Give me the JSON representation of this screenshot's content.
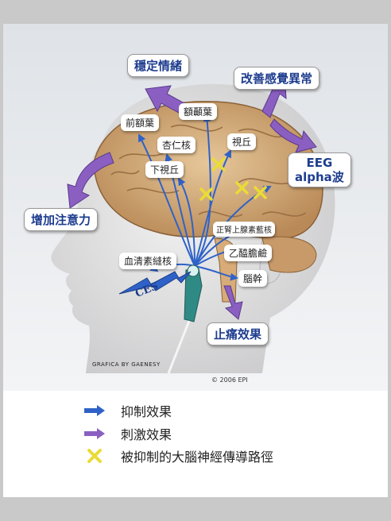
{
  "labels": {
    "stabilize_emotion": "穩定情緒",
    "improve_sensory": "改善感覺異常",
    "eeg_line1": "EEG",
    "eeg_line2": "alpha波",
    "increase_attention": "增加注意力",
    "pain_relief": "止痛效果",
    "prefrontal_lobe": "前額葉",
    "frontal_lobe": "額顳葉",
    "amygdala": "杏仁核",
    "thalamus": "視丘",
    "hypothalamus": "下視丘",
    "paraventricular": "正腎上腺素藍核",
    "acetylcholine": "乙醯膽鹼",
    "raphe": "血清素縫核",
    "brainstem": "腦幹",
    "ces": "CES"
  },
  "credits": {
    "graphic": "GRAFICA BY GAENESY",
    "copyright": "2006 EPI"
  },
  "legend": [
    {
      "icon": "blue-arrow-icon",
      "label": "抑制效果"
    },
    {
      "icon": "purple-arrow-icon",
      "label": "刺激效果"
    },
    {
      "icon": "yellow-x-icon",
      "label": "被抑制的大腦神經傳導路徑"
    }
  ],
  "colors": {
    "inhibit": "#2f62c8",
    "stimulate": "#8b5fc2",
    "blocked": "#f2e640",
    "label_text": "#1e3d8f"
  }
}
